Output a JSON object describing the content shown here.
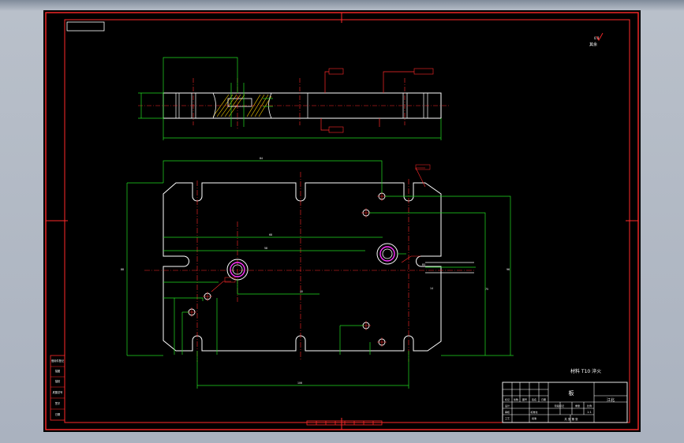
{
  "drawing": {
    "title": "板",
    "tb_zone": "图号",
    "tb_stage": "阶段标记",
    "tb_weight": "重量",
    "tb_ratio": "比例",
    "tb_sheet": "共 张 第 张",
    "tb_design": "设计",
    "tb_check": "审核",
    "tb_process": "工艺",
    "tb_std": "标准化",
    "tb_approve": "批准",
    "tb_date": "日期",
    "tb_mark": "标记",
    "tb_count": "处数",
    "tb_sign": "签名",
    "tb_scale_value": "1:1",
    "tb_org": "江北",
    "material_note": "材料 T10 淬火",
    "roughness_note": "其余",
    "roughness_value": "0.8",
    "side_labels": [
      "借用件登记",
      "描图",
      "描校",
      "底图总号",
      "签字",
      "日期"
    ],
    "frame_label": ""
  },
  "colors": {
    "background": "#000000",
    "frame": "#ff2a2a",
    "geometry": "#ffffff",
    "dimension": "#22dd22",
    "centerline": "#ff2a2a",
    "hatch": "#ffd400",
    "highlight": "#ff33ff",
    "text": "#ffffff"
  }
}
